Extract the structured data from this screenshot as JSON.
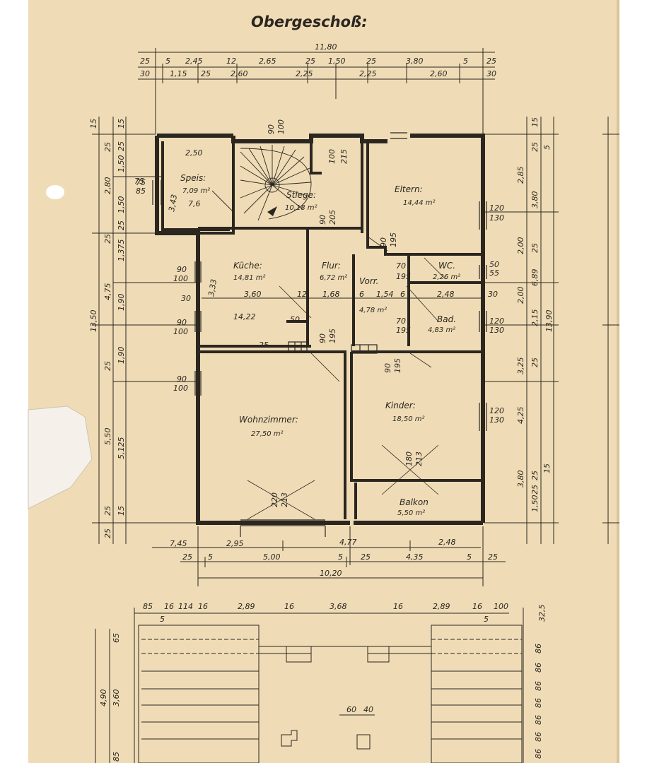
{
  "title": "Obergeschoß:",
  "rooms": [
    {
      "name": "Speis:",
      "area": "7,09 m²"
    },
    {
      "name": "Stiege:",
      "area": "10,18 m²"
    },
    {
      "name": "Eltern:",
      "area": "14,44 m²"
    },
    {
      "name": "Küche:",
      "area": "14,81 m²"
    },
    {
      "name": "Flur:",
      "area": "6,72 m²"
    },
    {
      "name": "Vorr.",
      "area": "4,78 m²"
    },
    {
      "name": "WC.",
      "area": "2,26 m²"
    },
    {
      "name": "Bad.",
      "area": "4,83 m²"
    },
    {
      "name": "Wohnzimmer:",
      "area": "27,50 m²"
    },
    {
      "name": "Kinder:",
      "area": "18,50 m²"
    },
    {
      "name": "Balkon",
      "area": "5,50 m²"
    }
  ],
  "handwritten_notes": [
    "2,50",
    "7,6",
    "14,22",
    "3,43",
    "3,33"
  ],
  "dimensions": {
    "top_total": "11,80",
    "top_row1": [
      "25",
      "5",
      "2,45",
      "12",
      "2,65",
      "25",
      "1,50",
      "25",
      "3,80",
      "5",
      "25"
    ],
    "top_row2": [
      "30",
      "1,15",
      "25",
      "2,60",
      "2,25",
      "2,25",
      "2,60",
      "30"
    ],
    "left_outer": [
      "15",
      "25",
      "2,80",
      "25",
      "4,75",
      "25",
      "5,50",
      "25",
      "25",
      "13,50"
    ],
    "left_inner": [
      "15",
      "25",
      "1,50",
      "75",
      "1,50",
      "1,375",
      "25",
      "1,90",
      "1,90",
      "5,125",
      "15"
    ],
    "right_outer": [
      "15",
      "2,85",
      "3,80",
      "2,00",
      "2,00",
      "3,25",
      "4,25",
      "3,80",
      "1,50",
      "13,90"
    ],
    "right_inner": [
      "25",
      "5",
      "25",
      "6,89",
      "2,15",
      "25",
      "25",
      "25",
      "15"
    ],
    "bottom_row1": [
      "7,45",
      "2,95",
      "4,77",
      "2,48"
    ],
    "bottom_row2": [
      "25",
      "5",
      "5,00",
      "5",
      "25",
      "4,35",
      "5",
      "25"
    ],
    "bottom_total": "10,20",
    "interior": [
      "3,60",
      "12",
      "1,68",
      "6",
      "1,54",
      "6",
      "2,48",
      "30",
      "50",
      "25"
    ],
    "openings": [
      "90",
      "100",
      "100",
      "215",
      "90",
      "205",
      "90",
      "195",
      "120",
      "130",
      "50",
      "55",
      "70",
      "195",
      "120",
      "130",
      "70",
      "195",
      "90",
      "195",
      "120",
      "130",
      "180",
      "213",
      "220",
      "213",
      "75",
      "85",
      "90",
      "100",
      "30",
      "90",
      "100",
      "90",
      "100",
      "90",
      "195"
    ]
  },
  "lower_plan": {
    "top_dims": [
      "85",
      "16",
      "114",
      "16",
      "2,89",
      "16",
      "3,68",
      "16",
      "2,89",
      "16",
      "100",
      "5",
      "5",
      "32,5"
    ],
    "side_dims": [
      "4,90",
      "3,60",
      "65",
      "85"
    ],
    "right_dims": [
      "86",
      "86",
      "86",
      "86",
      "86",
      "86",
      "86"
    ],
    "mid_dims": [
      "60",
      "40"
    ]
  },
  "colors": {
    "paper": "#efdcb6",
    "ink": "#2b2620",
    "background": "#ffffff"
  }
}
